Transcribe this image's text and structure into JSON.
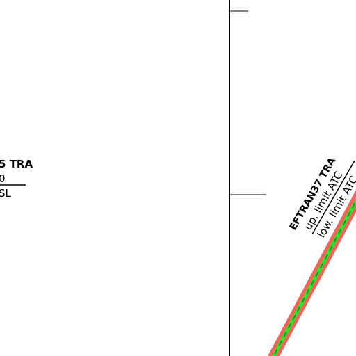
{
  "left_area": {
    "name_partial": "5 TRA",
    "upper_limit_partial": "0",
    "lower_limit_partial": "SL"
  },
  "right_area": {
    "name": "EFTRAN37 TRA",
    "upper_limit": "up. limit ATC",
    "lower_limit": "low. limit ATC"
  },
  "colors": {
    "boundary_outer": "#f0645a",
    "boundary_inner": "#22ee22",
    "boundary_dash": "#2a8a2a",
    "line": "#000000"
  }
}
